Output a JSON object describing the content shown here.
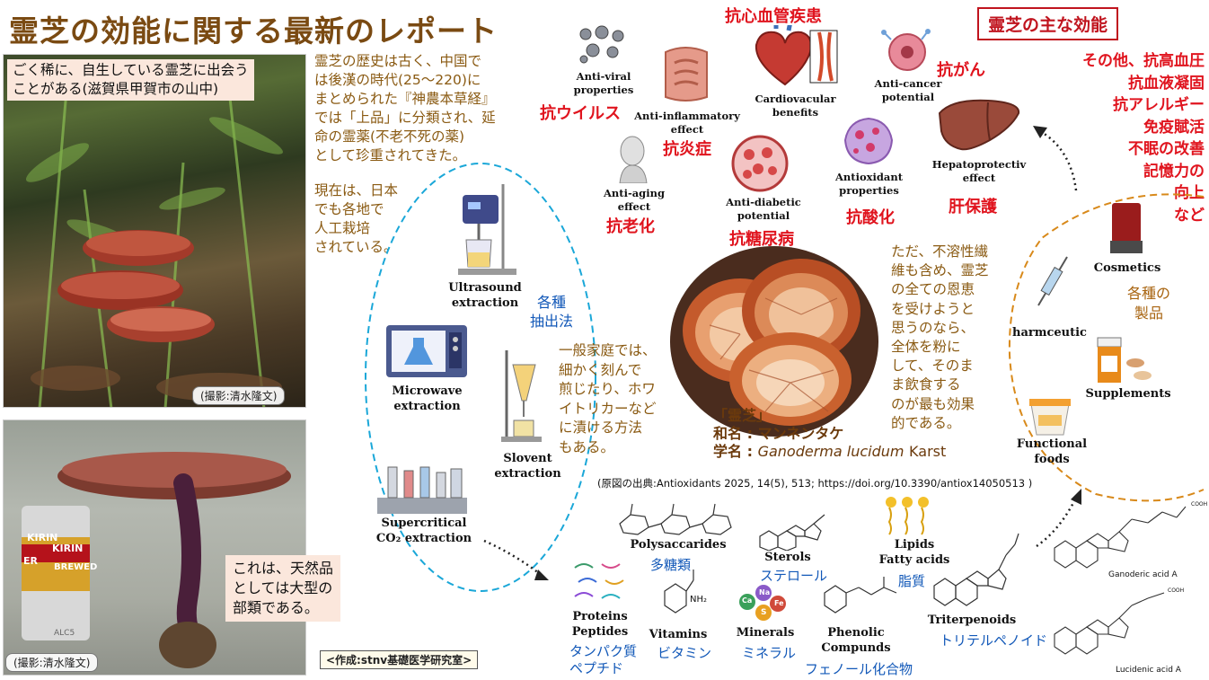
{
  "title": "霊芝の効能に関する最新のレポート",
  "photo_top": {
    "caption_lines": [
      "ごく稀に、自生している霊芝に出会う",
      "ことがある(滋賀県甲賀市の山中)"
    ],
    "credit": "(撮影:清水隆文)"
  },
  "photo_bottom": {
    "credit": "(撮影:清水隆文)",
    "note_lines": [
      "これは、天然品",
      "としては大型の",
      "部類である。"
    ],
    "can_labels": [
      "KIRIN",
      "KIRIN",
      "BREWED",
      "ER",
      "ALC5"
    ]
  },
  "history_lines": [
    "霊芝の歴史は古く、中国で",
    "は後漢の時代(25〜220)に",
    "まとめられた『神農本草経』",
    "では「上品」に分類され、延",
    "命の霊薬(不老不死の薬)",
    "として珍重されてきた。"
  ],
  "current_lines": [
    "現在は、日本",
    "でも各地で",
    "人工栽培",
    "されている。"
  ],
  "extraction": {
    "label_lines": [
      "各種",
      "抽出法"
    ],
    "methods": [
      {
        "name_lines": [
          "Ultrasound",
          "extraction"
        ],
        "icon": "ultrasound-homogenizer-icon"
      },
      {
        "name_lines": [
          "Microwave",
          "extraction"
        ],
        "icon": "microwave-oven-icon"
      },
      {
        "name_lines": [
          "Slovent",
          "extraction"
        ],
        "icon": "separatory-funnel-icon"
      },
      {
        "name_lines": [
          "Supercritical",
          "CO₂ extraction"
        ],
        "icon": "supercritical-apparatus-icon"
      }
    ],
    "home_lines": [
      "一般家庭では、",
      "細かく刻んで",
      "煎じたり、ホワ",
      "イトリカーなど",
      "に漬ける方法",
      "もある。"
    ]
  },
  "effects": [
    {
      "en_lines": [
        "Anti-viral",
        "properties"
      ],
      "ja": "抗ウイルス",
      "icon": "virus-icon"
    },
    {
      "en_lines": [
        "Anti-inflammatory",
        "effect"
      ],
      "ja": "抗炎症",
      "icon": "intestine-icon"
    },
    {
      "en_lines": [
        "Cardiovacular",
        "benefits"
      ],
      "ja": "抗心血管疾患",
      "icon": "heart-icon"
    },
    {
      "en_lines": [
        "Anti-cancer",
        "potential"
      ],
      "ja": "抗がん",
      "icon": "cancer-cell-icon"
    },
    {
      "en_lines": [
        "Anti-aging",
        "effect"
      ],
      "ja": "抗老化",
      "icon": "aging-face-icon"
    },
    {
      "en_lines": [
        "Anti-diabetic",
        "potential"
      ],
      "ja": "抗糖尿病",
      "icon": "blood-cells-icon"
    },
    {
      "en_lines": [
        "Antioxidant",
        "properties"
      ],
      "ja": "抗酸化",
      "icon": "oxidation-cell-icon"
    },
    {
      "en_lines": [
        "Hepatoprotectiv",
        "effect"
      ],
      "ja": "肝保護",
      "icon": "liver-icon"
    }
  ],
  "main_effects_title": "霊芝の主な効能",
  "other_effects_lines": [
    "その他、抗高血圧",
    "抗血液凝固",
    "抗アレルギー",
    "免疫賦活",
    "不眠の改善",
    "記憶力の",
    "向上",
    "など"
  ],
  "mushroom": {
    "name": "「霊芝」",
    "wamei_label": "和名",
    "wamei": "マンネンタケ",
    "gakumei_label": "学名",
    "gakumei_genus": "Ganoderma lucidum",
    "gakumei_author": "Karst"
  },
  "powder_lines": [
    "ただ、不溶性繊",
    "維も含め、霊芝",
    "の全ての恩恵",
    "を受けようと",
    "思うのなら、",
    "全体を粉に",
    "して、そのま",
    "ま飲食する",
    "のが最も効果",
    "的である。"
  ],
  "products": {
    "label_lines": [
      "各種の",
      "製品"
    ],
    "items": [
      {
        "name": "Cosmetics",
        "icon": "cosmetic-tube-icon"
      },
      {
        "name": "harmceutic",
        "icon": "syringe-icon"
      },
      {
        "name": "Supplements",
        "icon": "pill-bottle-icon"
      },
      {
        "name_lines": [
          "Functional",
          "foods"
        ],
        "icon": "yogurt-cup-icon"
      }
    ]
  },
  "source": "(原図の出典:Antioxidants 2025, 14(5), 513; https://doi.org/10.3390/antiox14050513 )",
  "components": [
    {
      "en": "Polysaccarides",
      "ja": "多糖類",
      "icon": "polysaccharide-structure-icon"
    },
    {
      "en": "Sterols",
      "ja": "ステロール",
      "icon": "sterol-structure-icon"
    },
    {
      "en_lines": [
        "Lipids",
        "Fatty acids"
      ],
      "ja": "脂質",
      "icon": "lipid-icon"
    },
    {
      "en_lines": [
        "Proteins",
        "Peptides"
      ],
      "ja_lines": [
        "タンパク質",
        "ペプチド"
      ],
      "icon": "peptide-chains-icon"
    },
    {
      "en": "Vitamins",
      "ja": "ビタミン",
      "icon": "vitamin-structure-icon",
      "formula": "NH₂"
    },
    {
      "en": "Minerals",
      "ja": "ミネラル",
      "icon": "minerals-icon",
      "elements": [
        "Ca",
        "Na",
        "Fe",
        "S"
      ]
    },
    {
      "en_lines": [
        "Phenolic",
        "Compunds"
      ],
      "ja": "フェノール化合物",
      "icon": "phenolic-structure-icon"
    },
    {
      "en": "Triterpenoids",
      "ja": "トリテルペノイド",
      "icon": "triterpenoid-structure-icon"
    }
  ],
  "acids": [
    {
      "name": "Ganoderic acid A",
      "group": "COOH"
    },
    {
      "name": "Lucidenic acid A",
      "group": "COOH"
    }
  ],
  "author": "<作成:stnv基礎医学研究室>",
  "colors": {
    "title": "#7a4a12",
    "effect_red": "#e0141e",
    "component_blue": "#1258b8",
    "history_brown": "#8a5a12",
    "extraction_oval": "#1aa7d8",
    "products_oval": "#d8891a"
  }
}
